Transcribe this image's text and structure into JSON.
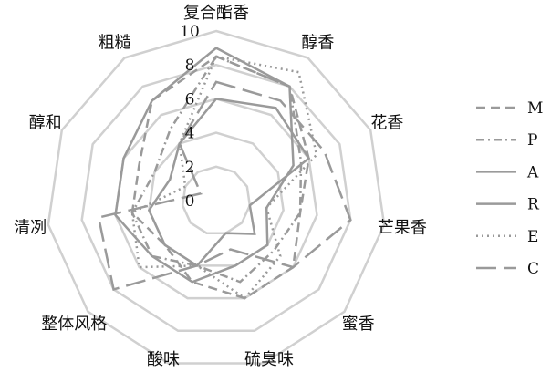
{
  "chart_data": {
    "type": "radar",
    "title": "",
    "axes": [
      "复合酯香",
      "醇香",
      "花香",
      "芒果香",
      "蜜香",
      "硫臭味",
      "酸味",
      "整体风格",
      "清冽",
      "醇和",
      "粗糙"
    ],
    "ticks": [
      "0",
      "2",
      "4",
      "6",
      "8",
      "10"
    ],
    "range": [
      0,
      10
    ],
    "legend_position": "right",
    "series": [
      {
        "name": "M",
        "dash": "short-dash",
        "values": [
          8.5,
          8,
          6,
          5,
          6,
          6,
          5,
          4,
          5,
          5,
          7
        ]
      },
      {
        "name": "P",
        "dash": "dash-dot",
        "values": [
          8.5,
          8,
          5.5,
          5,
          4.5,
          5,
          4,
          5,
          5,
          4,
          5
        ]
      },
      {
        "name": "A",
        "dash": "solid",
        "values": [
          9,
          8,
          5,
          3,
          4,
          4,
          5,
          5,
          6,
          6,
          7
        ]
      },
      {
        "name": "R",
        "dash": "solid",
        "values": [
          6,
          6.5,
          6,
          2,
          3,
          2,
          4,
          4,
          4,
          3,
          4
        ]
      },
      {
        "name": "E",
        "dash": "dotted",
        "values": [
          8.5,
          9,
          6.5,
          3,
          5,
          6,
          4,
          6,
          5,
          2,
          4
        ]
      },
      {
        "name": "C",
        "dash": "long-dash",
        "values": [
          7,
          7,
          7,
          8,
          6,
          3,
          4,
          8,
          7,
          1,
          4
        ]
      }
    ],
    "colors": {
      "grid": "#d0d0d0",
      "series": "#9a9a9a"
    }
  }
}
